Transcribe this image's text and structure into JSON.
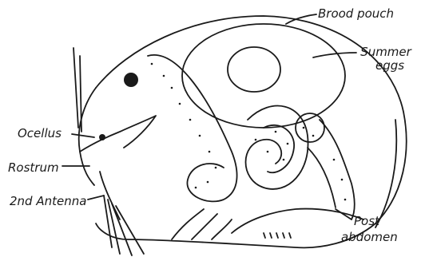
{
  "labels": {
    "brood_pouch": "Brood pouch",
    "summer": "Summer",
    "eggs": "eggs",
    "ocellus": "Ocellus",
    "rostrum": "Rostrum",
    "second_antenna": "2nd Antenna",
    "post": "Post",
    "abdomen": "abdomen"
  },
  "colors": {
    "ink": "#1a1a1a",
    "background": "#ffffff"
  }
}
